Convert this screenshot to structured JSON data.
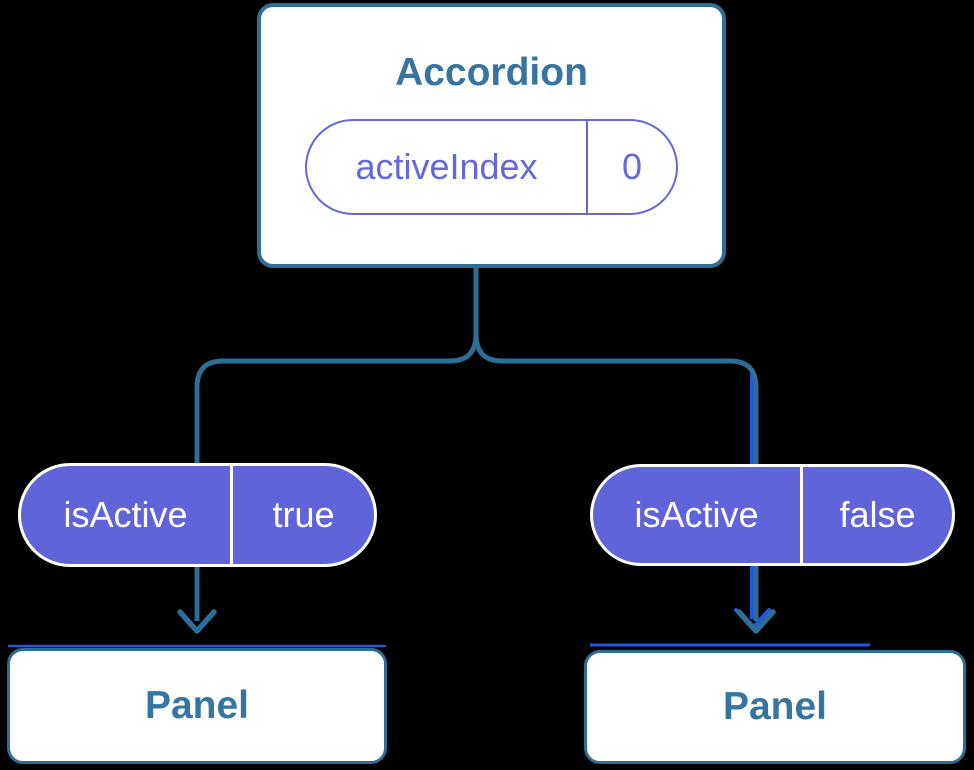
{
  "diagram": {
    "root": {
      "title": "Accordion",
      "state": {
        "name": "activeIndex",
        "value": "0"
      }
    },
    "children": [
      {
        "prop": {
          "name": "isActive",
          "value": "true"
        },
        "label": "Panel"
      },
      {
        "prop": {
          "name": "isActive",
          "value": "false"
        },
        "label": "Panel"
      }
    ]
  },
  "colors": {
    "background": "#000000",
    "connector_teal": "#2d6e96",
    "node_border": "#2d6e96",
    "label_text": "#36759f",
    "state_pill_outline": "#6468d8",
    "prop_pill_fill": "#5f64d8",
    "prop_pill_text": "#ffffff",
    "highlight_blue": "#2255e0"
  }
}
